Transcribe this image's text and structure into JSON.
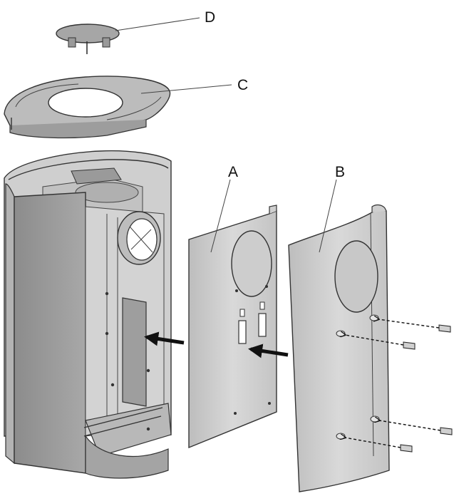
{
  "labels": {
    "a": "A",
    "b": "B",
    "c": "C",
    "d": "D"
  },
  "colors": {
    "panel_light": "#d6d6d6",
    "panel_mid": "#a9a9a9",
    "panel_dark": "#8a8a8a",
    "outline": "#333333",
    "arrow": "#111111"
  }
}
